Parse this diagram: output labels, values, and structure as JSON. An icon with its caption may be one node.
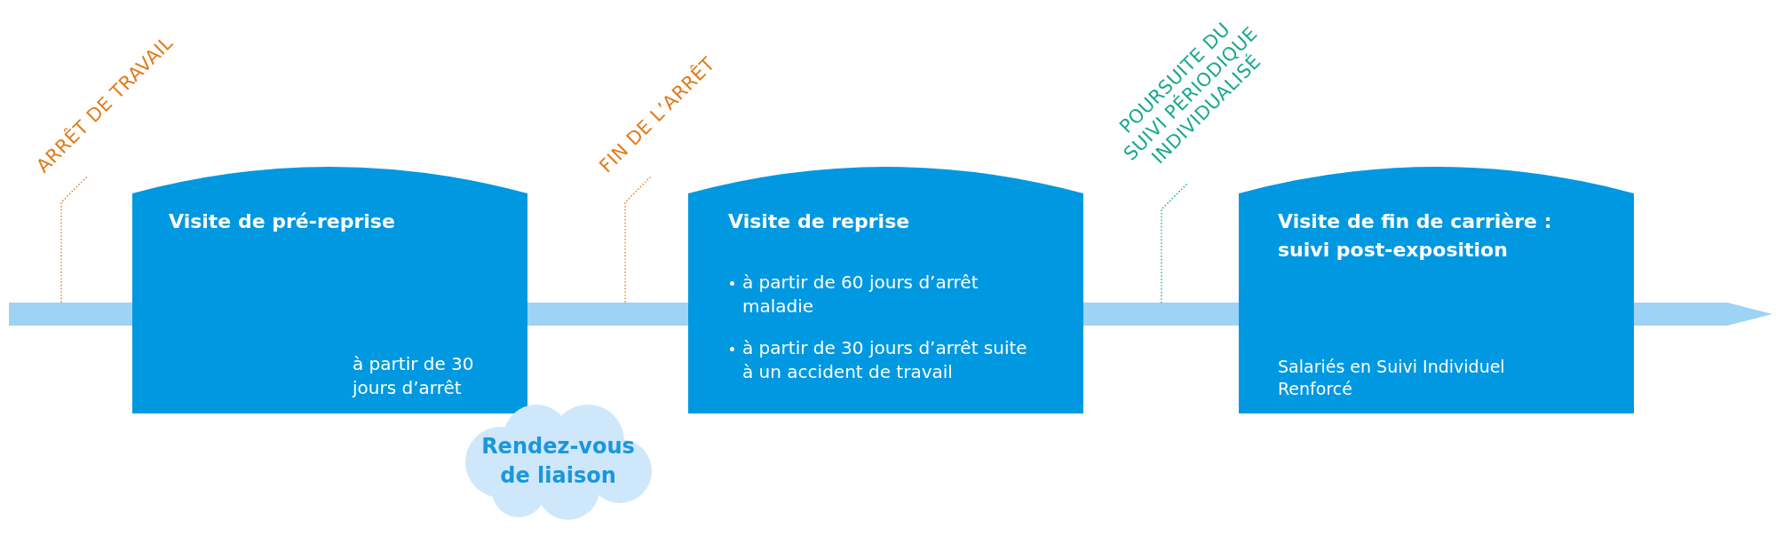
{
  "diagram": {
    "nodes": [
      {
        "text": [
          "ARRÊT DE TRAVAIL"
        ]
      },
      {
        "text": [
          "Visite de pré-reprise",
          "à partir de 30 jours d’arrêt"
        ]
      },
      {
        "text": [
          "Rendez-vous de liaison"
        ]
      },
      {
        "text": [
          "FIN DE L’ARRÊT"
        ]
      },
      {
        "text": [
          "Visite de reprise",
          "à partir de 60 jours d’arrêt maladie",
          "à partir de 30 jours d’arrêt suite à un accident de travail"
        ]
      },
      {
        "text": [
          "POURSUITE DU SUIVI PÉRIODIQUE INDIVIDUALISÉ"
        ]
      },
      {
        "text": [
          "Visite de fin de carrière : suivi post-exposition",
          "Salariés en Suivi Individuel Renforcé"
        ]
      },
      {
        "text": [],
        "shape": "bar"
      }
    ],
    "edges": [
      {
        "from": 0,
        "to": 7,
        "arrow": "none",
        "style": "dashed"
      },
      {
        "from": 3,
        "to": 7,
        "arrow": "none",
        "style": "dashed"
      },
      {
        "from": 5,
        "to": 7,
        "arrow": "none",
        "style": "dashed",
        "color": "#19a88e"
      }
    ]
  }
}
